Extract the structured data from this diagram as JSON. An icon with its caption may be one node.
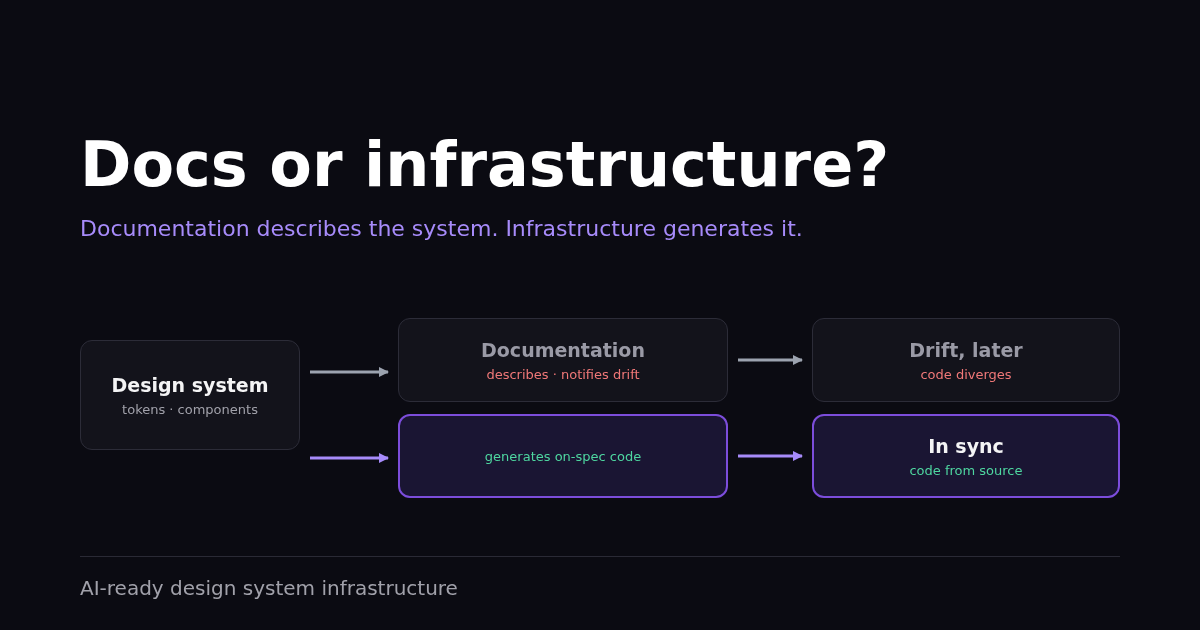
{
  "diagram": {
    "title": "Docs or infrastructure?",
    "nodes": [
      {
        "text": [
          "Design system",
          "tokens · components"
        ]
      },
      {
        "text": [
          "Documentation",
          "describes · notifies drift"
        ]
      },
      {
        "text": [
          "Drift, later",
          "code diverges"
        ]
      },
      {
        "text": [
          "generates on-spec code"
        ]
      },
      {
        "text": [
          "In sync",
          "code from source"
        ]
      }
    ],
    "edges": [
      {
        "from": 0,
        "to": 1,
        "arrow": "to",
        "color": "#9ca3af"
      },
      {
        "from": 1,
        "to": 2,
        "arrow": "to",
        "color": "#9ca3af"
      },
      {
        "from": 0,
        "to": 3,
        "arrow": "to",
        "color": "#a78bfa"
      },
      {
        "from": 3,
        "to": 4,
        "arrow": "to",
        "color": "#a78bfa"
      }
    ],
    "labels": [
      "Documentation describes the system. Infrastructure generates it.",
      "AI-ready design system infrastructure"
    ]
  }
}
